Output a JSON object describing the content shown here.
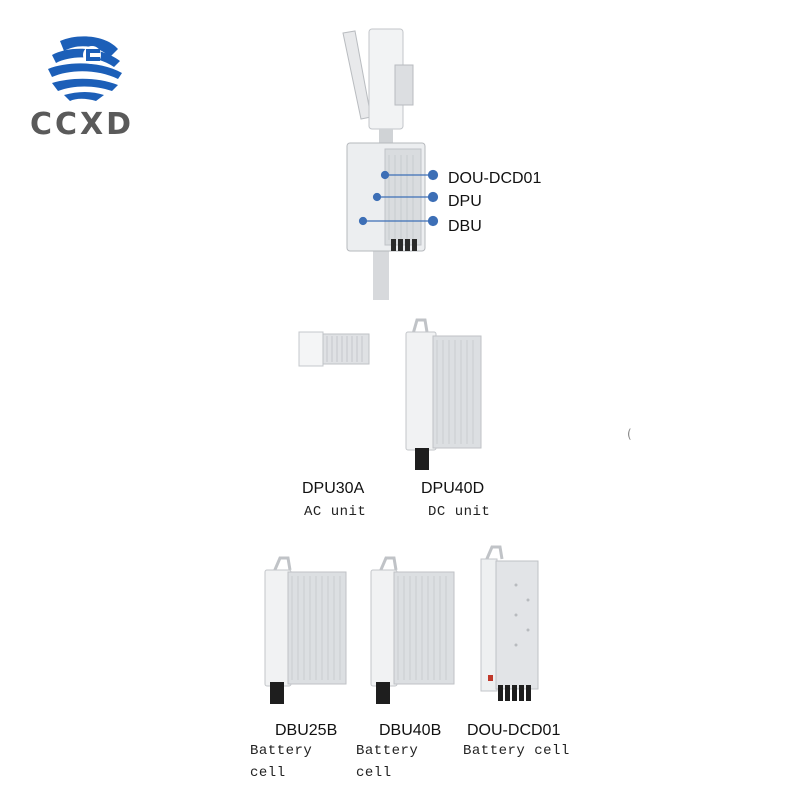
{
  "logo": {
    "text": "CCXD",
    "colors": {
      "blue": "#1c5fb8",
      "gray": "#5a5a5a"
    }
  },
  "overview": {
    "callouts": [
      {
        "label": "DOU-DCD01"
      },
      {
        "label": "DPU"
      },
      {
        "label": "DBU"
      }
    ],
    "callout_color": "#3d6fb6"
  },
  "power_units": [
    {
      "model": "DPU30A",
      "desc": "AC unit"
    },
    {
      "model": "DPU40D",
      "desc": "DC unit"
    }
  ],
  "battery_units": [
    {
      "model": "DBU25B",
      "desc_line1": "Battery",
      "desc_line2": "cell"
    },
    {
      "model": "DBU40B",
      "desc_line1": "Battery",
      "desc_line2": "cell"
    },
    {
      "model": "DOU-DCD01",
      "desc_line1": "Battery cell",
      "desc_line2": ""
    }
  ],
  "stray_glyph": "("
}
